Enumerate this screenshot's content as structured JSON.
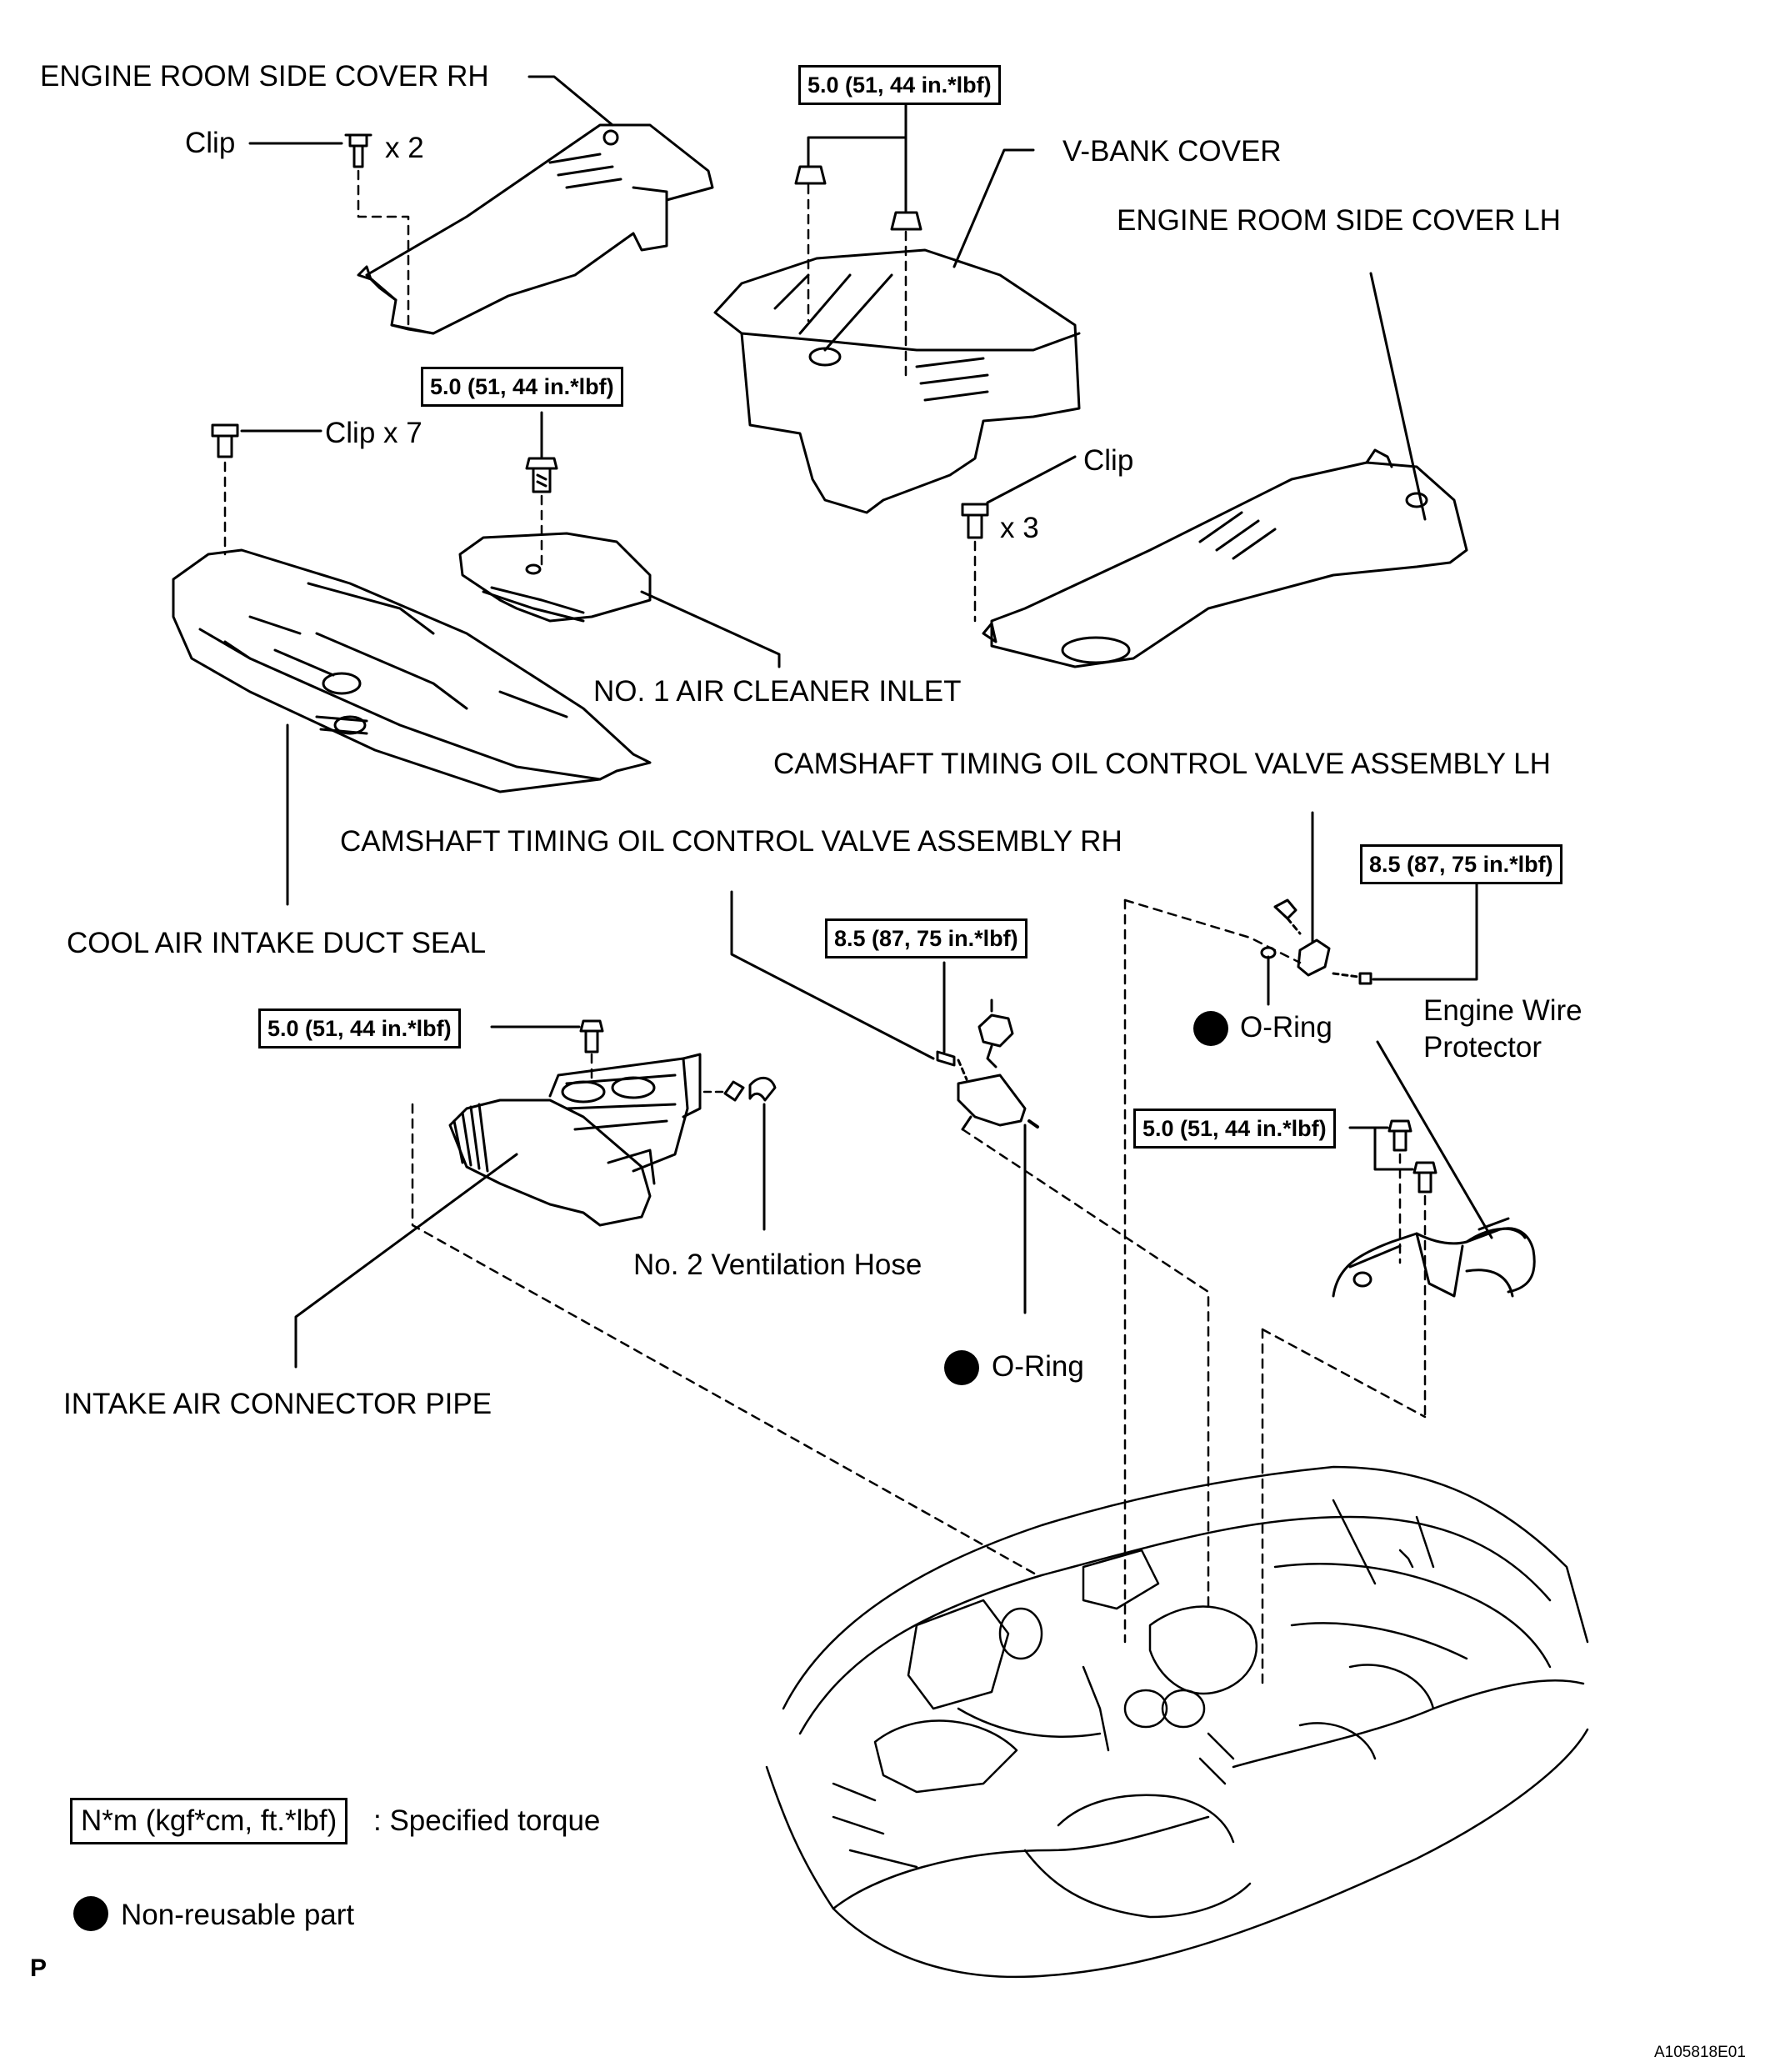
{
  "labels": {
    "engine_room_side_cover_rh": "ENGINE ROOM SIDE COVER RH",
    "clip_1": "Clip",
    "x2": "x 2",
    "v_bank_cover": "V-BANK COVER",
    "engine_room_side_cover_lh": "ENGINE ROOM SIDE COVER LH",
    "clip_x7": "Clip x 7",
    "clip_2": "Clip",
    "x3": "x 3",
    "no1_air_cleaner_inlet": "NO. 1 AIR CLEANER INLET",
    "camshaft_lh": "CAMSHAFT TIMING OIL CONTROL VALVE ASSEMBLY LH",
    "camshaft_rh": "CAMSHAFT TIMING OIL CONTROL VALVE ASSEMBLY RH",
    "cool_air_intake_duct_seal": "COOL AIR INTAKE DUCT SEAL",
    "o_ring_1": "O-Ring",
    "engine_wire_protector_line1": "Engine Wire",
    "engine_wire_protector_line2": "Protector",
    "no2_ventilation_hose": "No. 2 Ventilation Hose",
    "o_ring_2": "O-Ring",
    "intake_air_connector_pipe": "INTAKE AIR CONNECTOR PIPE"
  },
  "torque_specs": {
    "vbank": "5.0 (51, 44 in.*lbf)",
    "air_cleaner_inlet": "5.0 (51, 44 in.*lbf)",
    "camshaft_lh": "8.5 (87, 75 in.*lbf)",
    "camshaft_rh": "8.5 (87, 75 in.*lbf)",
    "intake_pipe": "5.0 (51, 44 in.*lbf)",
    "wire_protector": "5.0 (51, 44 in.*lbf)"
  },
  "legend": {
    "torque_unit": "N*m (kgf*cm, ft.*lbf)",
    "torque_desc": ": Specified torque",
    "non_reusable": "Non-reusable part"
  },
  "footer": {
    "p_mark": "P",
    "figure_code": "A105818E01"
  }
}
